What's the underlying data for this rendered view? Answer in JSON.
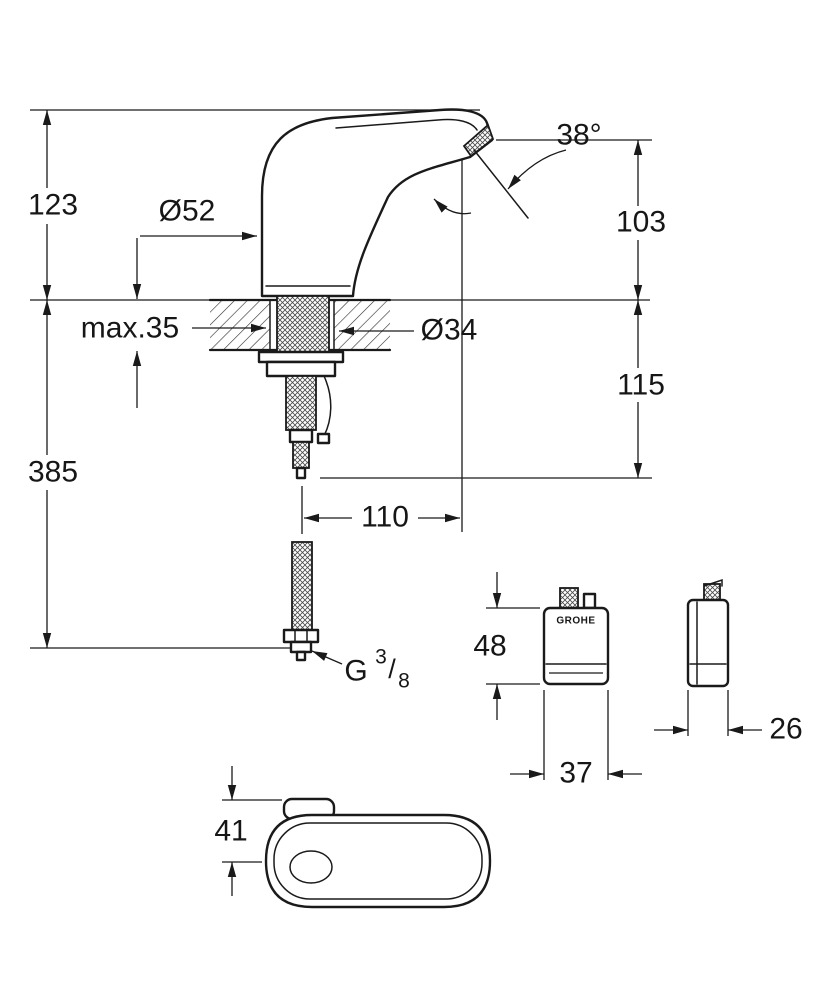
{
  "page": {
    "background": "#ffffff",
    "ink": "#1a1a1a"
  },
  "labels": {
    "dim_123": "123",
    "dim_385": "385",
    "dim_52": "Ø52",
    "dim_38deg": "38°",
    "dim_103": "103",
    "dim_115": "115",
    "dim_max35": "max.35",
    "dim_34": "Ø34",
    "dim_110": "110",
    "dim_48": "48",
    "dim_37": "37",
    "dim_26": "26",
    "dim_41": "41",
    "thread": {
      "prefix": "G",
      "numerator": "3",
      "slash": "/",
      "denominator": "8"
    },
    "brand": "GROHE"
  }
}
